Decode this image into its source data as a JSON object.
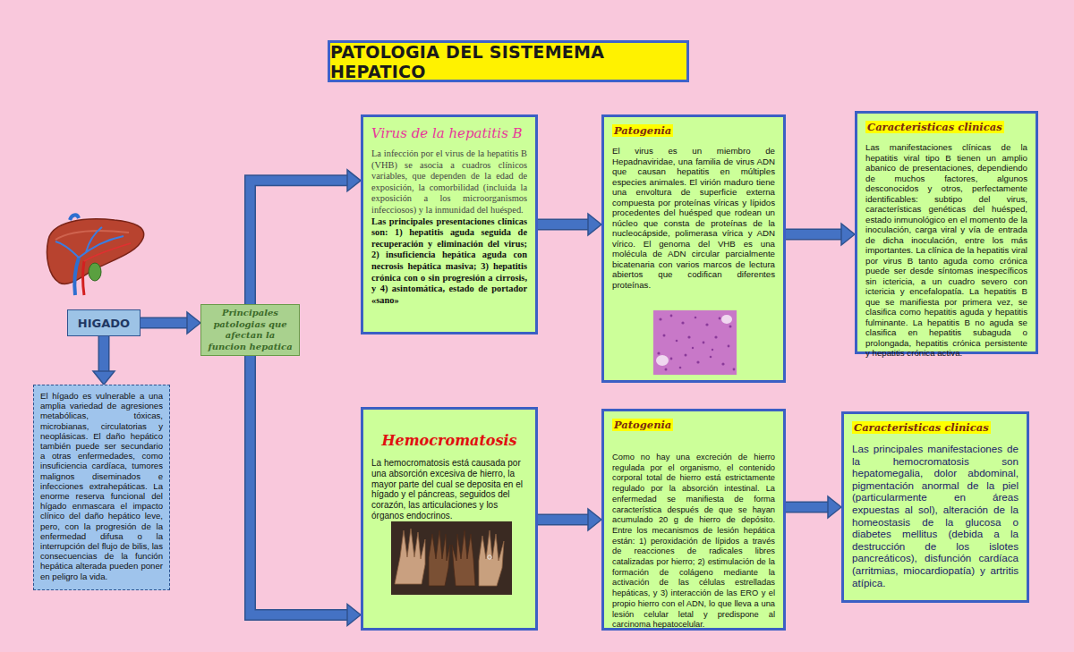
{
  "diagram": {
    "title": "PATOLOGIA DEL SISTEMEMA HEPATICO",
    "nodes": [
      {
        "text": [
          "HIGADO"
        ]
      },
      {
        "text": [
          "El hígado es vulnerable a una amplia variedad de agresiones metabólicas, tóxicas, microbianas, circulatorias y neoplásicas. El daño hepático también puede ser secundario a otras enfermedades, como insuficiencia cardíaca, tumores malignos diseminados e infecciones extrahepáticas. La enorme reserva funcional del hígado enmascara el impacto clínico del daño hepático leve, pero, con la progresión de la enfermedad difusa o la interrupción del flujo de bilis, las consecuencias de la función hepática alterada pueden poner en peligro la vida."
        ]
      },
      {
        "text": [
          "Principales patologias que afectan la funcion hepatica"
        ]
      },
      {
        "text": [
          "Virus de la hepatitis B",
          "La infección por el virus de la hepatitis B (VHB) se asocia a cuadros clínicos variables, que dependen de la edad de exposición, la comorbilidad (incluida la exposición a los microorganismos infecciosos) y la inmunidad del huésped.",
          "Las principales presentaciones clínicas son: 1) hepatitis aguda seguida de recuperación y eliminación del virus; 2) insuficiencia hepática aguda con necrosis hepática masiva; 3) hepatitis crónica con o sin progresión a cirrosis, y 4) asintomática, estado de portador «sano»"
        ]
      },
      {
        "text": [
          "Patogenia",
          "El virus es un miembro de Hepadnaviridae, una familia de virus ADN que causan hepatitis en múltiples especies animales. El virión maduro tiene una envoltura de superficie externa compuesta por proteínas víricas y lípidos procedentes del huésped que rodean un núcleo que consta de proteínas de la nucleocápside, polimerasa vírica y ADN vírico. El genoma del VHB es una molécula de ADN circular parcialmente bicatenaria con varios marcos de lectura abiertos que codifican diferentes proteínas."
        ]
      },
      {
        "text": [
          "Caracteristicas clinicas",
          "Las manifestaciones clínicas de la hepatitis viral tipo B tienen un amplio abanico de presentaciones, dependiendo de muchos factores, algunos desconocidos y otros, perfectamente identificables: subtipo del virus, características genéticas del huésped, estado inmunológico en el momento de la inoculación, carga viral y vía de entrada de dicha inoculación, entre los más importantes. La clínica de la hepatitis viral por virus B tanto aguda como crónica puede ser desde síntomas inespecíficos sin ictericia, a un cuadro severo con ictericia y encefalopatía. La hepatitis B que se manifiesta por primera vez, se clasifica como hepatitis aguda y hepatitis fulminante. La hepatitis B no aguda se clasifica en hepatitis subaguda o prolongada, hepatitis crónica persistente y hepatitis crónica activa."
        ]
      },
      {
        "text": [
          "Hemocromatosis",
          "La hemocromatosis está causada por una absorción excesiva de hierro, la mayor parte del cual se deposita en el hígado y el páncreas, seguidos del corazón, las articulaciones y los órganos endocrinos."
        ]
      },
      {
        "text": [
          "Patogenia",
          "Como no hay una excreción de hierro regulada por el organismo, el contenido corporal total de hierro está estrictamente regulado por la absorción intestinal. La enfermedad se manifiesta de forma característica después de que se hayan acumulado 20 g de hierro de depósito. Entre los mecanismos de lesión hepática están: 1) peroxidación de lípidos a través de reacciones de radicales libres catalizadas por hierro; 2) estimulación de la formación de colágeno mediante la activación de las células estrelladas hepáticas, y 3) interacción de las ERO y el propio hierro con el ADN, lo que lleva a una lesión celular letal y predispone al carcinoma hepatocelular."
        ]
      },
      {
        "text": [
          "Caracteristicas clinicas",
          "Las principales manifestaciones de la hemocromatosis son hepatomegalia, dolor abdominal, pigmentación anormal de la piel (particularmente en áreas expuestas al sol), alteración de la homeostasis de la glucosa o diabetes mellitus (debida a la destrucción de los islotes pancreáticos), disfunción cardíaca (arritmias, miocardiopatía) y artritis atípica."
        ]
      }
    ],
    "edges": [
      {
        "from": 0,
        "to": 1,
        "arrow": "to"
      },
      {
        "from": 0,
        "to": 2,
        "arrow": "to"
      },
      {
        "from": 2,
        "to": 3,
        "arrow": "to"
      },
      {
        "from": 2,
        "to": 6,
        "arrow": "to"
      },
      {
        "from": 3,
        "to": 4,
        "arrow": "to"
      },
      {
        "from": 4,
        "to": 5,
        "arrow": "to"
      },
      {
        "from": 6,
        "to": 7,
        "arrow": "to"
      },
      {
        "from": 7,
        "to": 8,
        "arrow": "to"
      }
    ]
  }
}
